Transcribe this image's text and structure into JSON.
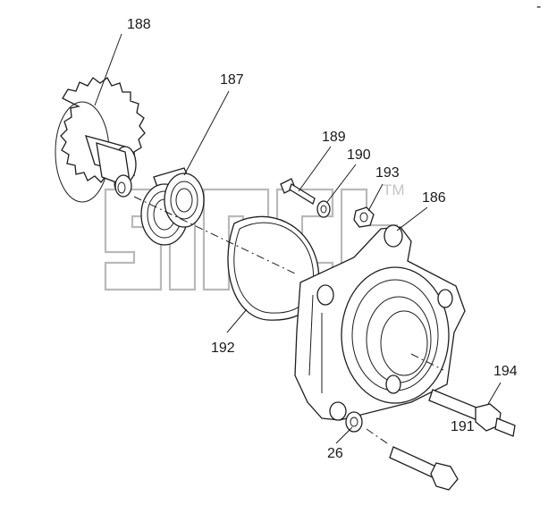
{
  "diagram": {
    "callouts": [
      {
        "id": "188",
        "text": "188"
      },
      {
        "id": "187",
        "text": "187"
      },
      {
        "id": "189",
        "text": "189"
      },
      {
        "id": "190",
        "text": "190"
      },
      {
        "id": "193",
        "text": "193"
      },
      {
        "id": "186",
        "text": "186"
      },
      {
        "id": "192",
        "text": "192"
      },
      {
        "id": "194",
        "text": "194"
      },
      {
        "id": "191",
        "text": "191"
      },
      {
        "id": "26",
        "text": "26"
      }
    ],
    "watermark": {
      "tm": "TM"
    },
    "corner_mark": "-"
  },
  "colors": {
    "line": "#1e1e1e",
    "watermark": "#b9b9b9",
    "background": "#ffffff"
  }
}
